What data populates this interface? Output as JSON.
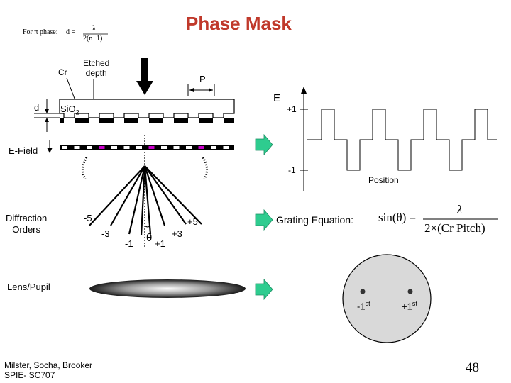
{
  "title": "Phase Mask",
  "formula_note": {
    "prefix": "For π phase:",
    "lhs": "d =",
    "numerator": "λ",
    "denominator": "2(n−1)"
  },
  "mask": {
    "cr_label": "Cr",
    "etched_depth_line1": "Etched",
    "etched_depth_line2": "depth",
    "pitch_label": "P",
    "d_label": "d",
    "substrate_label": "SiO",
    "substrate_sub": "2"
  },
  "efield_label": "E-Field",
  "waveform": {
    "e_label": "E",
    "plus_one_label": "+1",
    "minus_one_label": "-1",
    "position_label": "Position"
  },
  "orders": {
    "label_line1": "Diffraction",
    "label_line2": "Orders",
    "labels": [
      "-5",
      "-3",
      "-1",
      "θ",
      "+1",
      "+3",
      "+5"
    ]
  },
  "grating_equation": {
    "label": "Grating Equation:",
    "lhs": "sin(θ) =",
    "numerator": "λ",
    "denominator": "2×(Cr Pitch)"
  },
  "lens_label": "Lens/Pupil",
  "pupil": {
    "minus_label": "-1",
    "minus_sup": "st",
    "plus_label": "+1",
    "plus_sup": "st"
  },
  "footer": {
    "authors": "Milster, Socha, Brooker",
    "course": "SPIE- SC707",
    "page_number": "48"
  },
  "colors": {
    "title": "#c0392b",
    "arrow": "#2ecc8f",
    "magenta": "#cc00cc",
    "pupil_fill": "#d9d9d9"
  }
}
